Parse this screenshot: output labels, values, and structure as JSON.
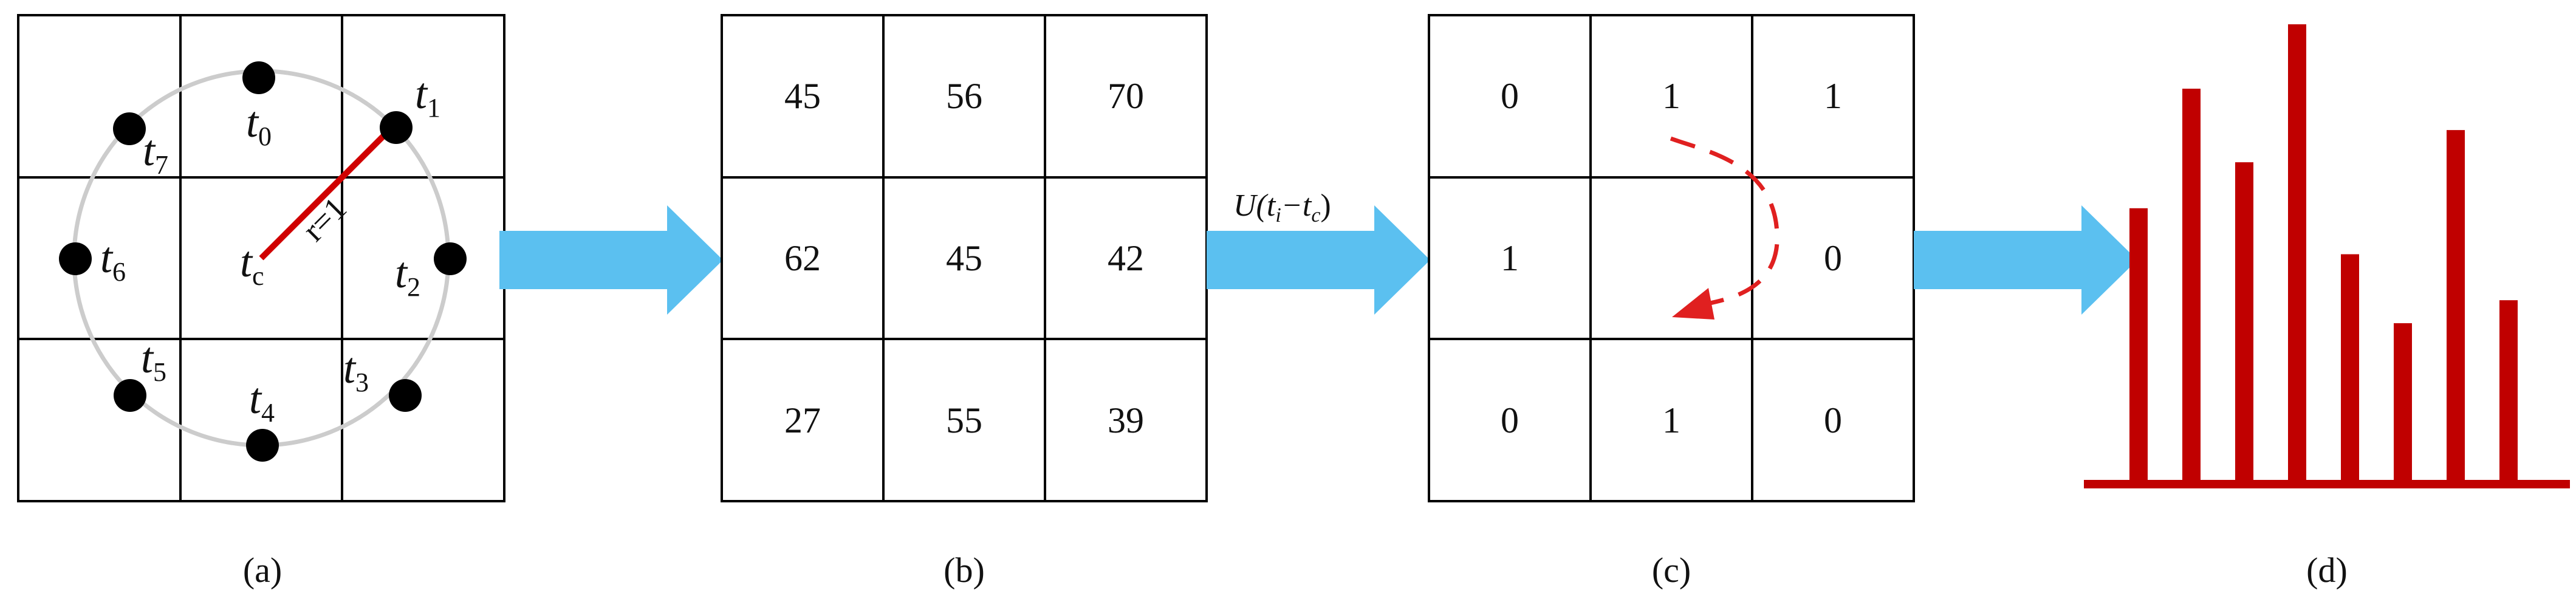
{
  "panels": {
    "a": {
      "caption": "(a)",
      "center_label": {
        "main": "t",
        "sub": "c"
      },
      "radius_label": "r=1",
      "neighbors": [
        {
          "main": "t",
          "sub": "0"
        },
        {
          "main": "t",
          "sub": "1"
        },
        {
          "main": "t",
          "sub": "2"
        },
        {
          "main": "t",
          "sub": "3"
        },
        {
          "main": "t",
          "sub": "4"
        },
        {
          "main": "t",
          "sub": "5"
        },
        {
          "main": "t",
          "sub": "6"
        },
        {
          "main": "t",
          "sub": "7"
        }
      ]
    },
    "b": {
      "caption": "(b)",
      "grid": [
        [
          "45",
          "56",
          "70"
        ],
        [
          "62",
          "45",
          "42"
        ],
        [
          "27",
          "55",
          "39"
        ]
      ]
    },
    "c": {
      "caption": "(c)",
      "grid": [
        [
          "0",
          "1",
          "1"
        ],
        [
          "1",
          "",
          "0"
        ],
        [
          "0",
          "1",
          "0"
        ]
      ]
    },
    "d": {
      "caption": "(d)",
      "bar_values": [
        0.6,
        0.86,
        0.7,
        1.0,
        0.5,
        0.35,
        0.77,
        0.4
      ]
    }
  },
  "operator_label": {
    "prefix": "U(t",
    "sub1": "i",
    "mid": "−t",
    "sub2": "c",
    "suffix": ")"
  },
  "colors": {
    "arrow": "#5bc0f0",
    "red": "#c00000",
    "accent_red": "#e02020",
    "grid_line": "#000000",
    "circle": "#cccccc"
  }
}
